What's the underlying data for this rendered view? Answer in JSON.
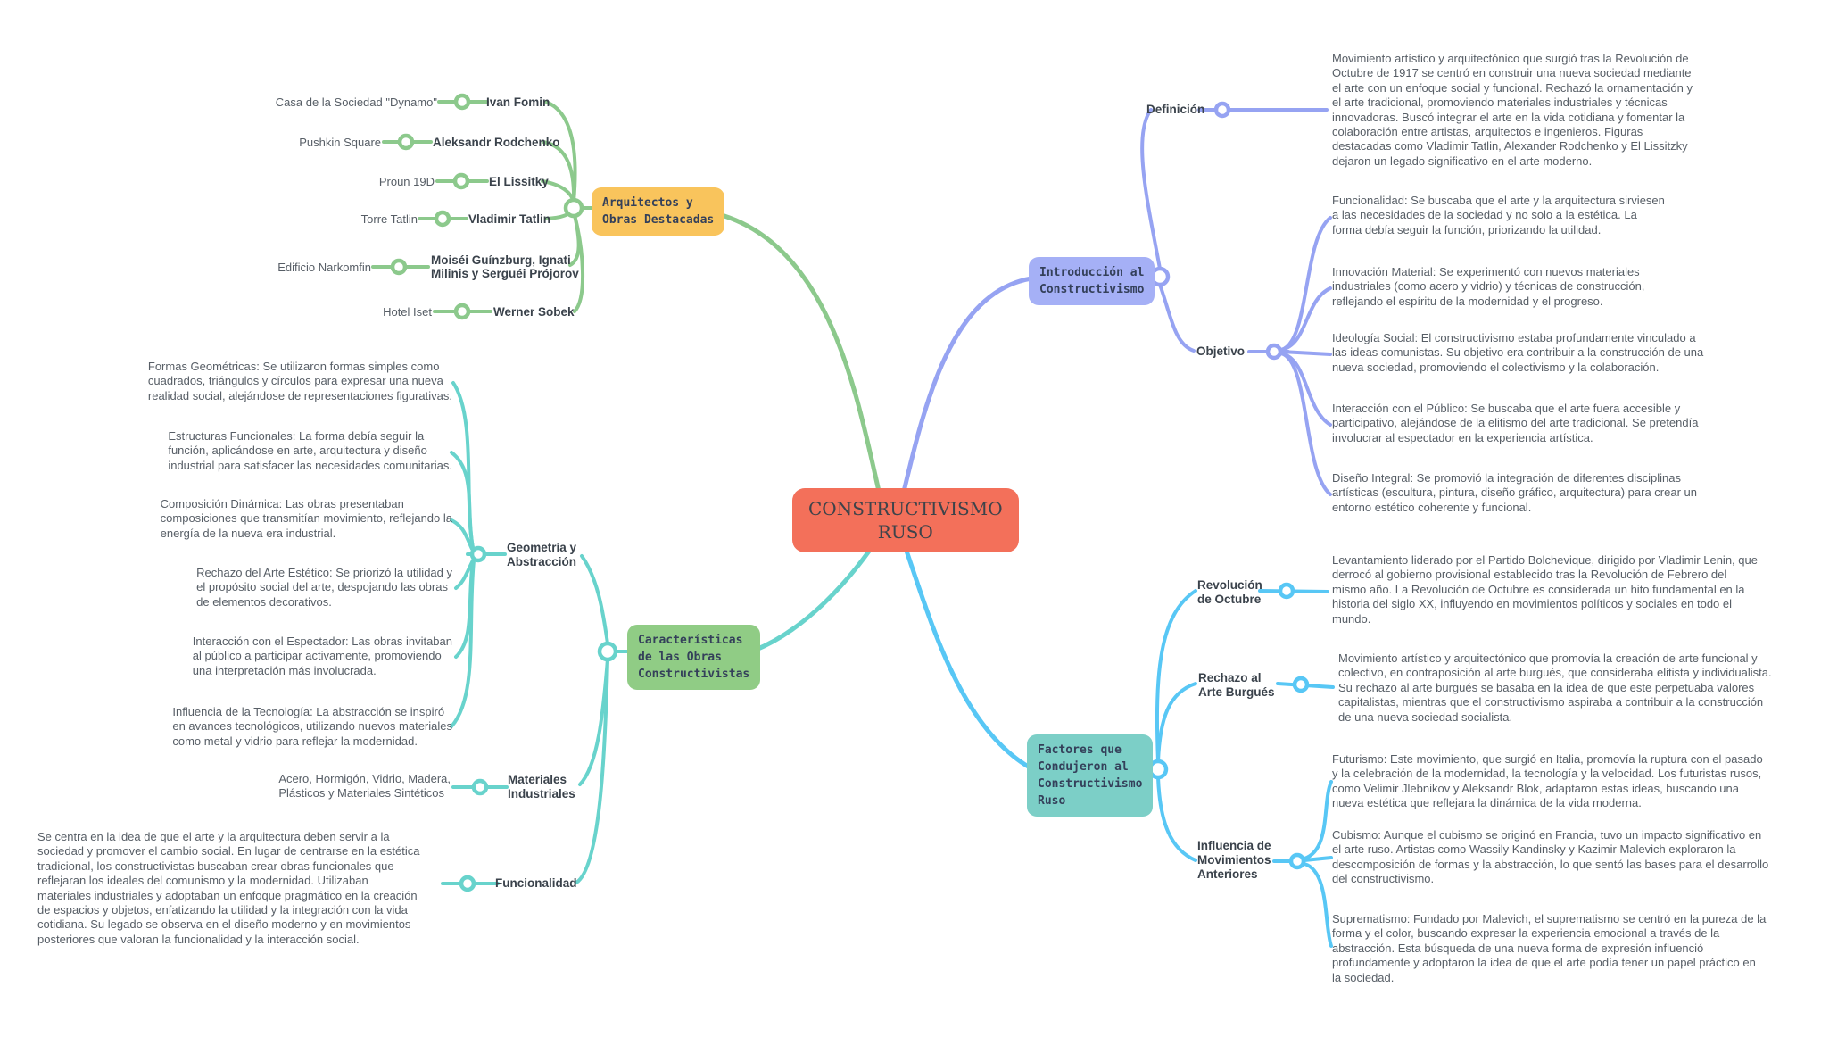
{
  "center": {
    "label": "CONSTRUCTIVISMO\nRUSO"
  },
  "colors": {
    "center_fill": "#f3705a",
    "intro_fill": "#a5b0f6",
    "intro_line": "#96a3f2",
    "factores_fill": "#7ccfc7",
    "factores_line": "#58c7f5",
    "arquitectos_fill": "#f9c45c",
    "arquitectos_line": "#8cc98c",
    "caracteristicas_fill": "#90cc85",
    "caracteristicas_line": "#68d3cc"
  },
  "intro": {
    "node_label": "Introducción al\nConstructivismo",
    "definicion_label": "Definición",
    "definicion_text": "Movimiento artístico y arquitectónico que surgió tras la Revolución de\nOctubre de 1917 se centró en construir una nueva sociedad mediante\nel arte con un enfoque social y funcional. Rechazó la ornamentación y\nel arte tradicional, promoviendo materiales industriales y técnicas\ninnovadoras. Buscó integrar el arte en la vida cotidiana y fomentar la\ncolaboración entre artistas, arquitectos e ingenieros. Figuras\ndestacadas como Vladimir Tatlin, Alexander Rodchenko y El Lissitzky\ndejaron un legado significativo en el arte moderno.",
    "objetivo_label": "Objetivo",
    "objetivo_items": [
      "Funcionalidad: Se buscaba que el arte y la arquitectura sirviesen\na las necesidades de la sociedad y no solo a la estética. La\nforma debía seguir la función, priorizando la utilidad.",
      "Innovación Material: Se experimentó con nuevos materiales\nindustriales (como acero y vidrio) y técnicas de construcción,\nreflejando el espíritu de la modernidad y el progreso.",
      "Ideología Social: El constructivismo estaba profundamente vinculado a\nlas ideas comunistas. Su objetivo era contribuir a la construcción de una\nnueva sociedad, promoviendo el colectivismo y la colaboración.",
      "Interacción con el Público: Se buscaba que el arte fuera accesible y\nparticipativo, alejándose de la elitismo del arte tradicional. Se pretendía\ninvolucrar al espectador en la experiencia artística.",
      "Diseño Integral: Se promovió la integración de diferentes disciplinas\nartísticas (escultura, pintura, diseño gráfico, arquitectura) para crear un\nentorno estético coherente y funcional."
    ]
  },
  "factores": {
    "node_label": "Factores que\nCondujeron al\nConstructivismo\nRuso",
    "revolucion_label": "Revolución\nde Octubre",
    "revolucion_text": "Levantamiento liderado por el Partido Bolchevique, dirigido por Vladimir Lenin, que\nderrocó al gobierno provisional establecido tras la Revolución de Febrero del\nmismo año. La Revolución de Octubre es considerada un hito fundamental en la\nhistoria del siglo XX, influyendo en movimientos políticos y sociales en todo el\nmundo.",
    "rechazo_label": "Rechazo al\nArte Burgués",
    "rechazo_text": "Movimiento artístico y arquitectónico que promovía la creación de arte funcional y\ncolectivo, en contraposición al arte burgués, que consideraba elitista y individualista.\nSu rechazo al arte burgués se basaba en la idea de que este perpetuaba valores\ncapitalistas, mientras que el constructivismo aspiraba a contribuir a la construcción\nde una nueva sociedad socialista.",
    "influencia_label": "Influencia de\nMovimientos\nAnteriores",
    "influencia_items": [
      "Futurismo: Este movimiento, que surgió en Italia, promovía la ruptura con el pasado\ny la celebración de la modernidad, la tecnología y la velocidad. Los futuristas rusos,\ncomo Velimir Jlebnikov y Aleksandr Blok, adaptaron estas ideas, buscando una\nnueva estética que reflejara la dinámica de la vida moderna.",
      "Cubismo: Aunque el cubismo se originó en Francia, tuvo un impacto significativo en\nel arte ruso. Artistas como Wassily Kandinsky y Kazimir Malevich exploraron la\ndescomposición de formas y la abstracción, lo que sentó las bases para el desarrollo\ndel constructivismo.",
      "Suprematismo: Fundado por Malevich, el suprematismo se centró en la pureza de la\nforma y el color, buscando expresar la experiencia emocional a través de la\nabstracción. Esta búsqueda de una nueva forma de expresión influenció\nprofundamente y adoptaron la idea de que el arte podía tener un papel práctico en\nla sociedad."
    ]
  },
  "arquitectos": {
    "node_label": "Arquitectos y\nObras Destacadas",
    "items": [
      {
        "obra": "Casa de la Sociedad \"Dynamo\"",
        "autor": "Ivan Fomin"
      },
      {
        "obra": "Pushkin Square",
        "autor": "Aleksandr Rodchenko"
      },
      {
        "obra": "Proun 19D",
        "autor": "El Lissitky"
      },
      {
        "obra": "Torre Tatlin",
        "autor": "Vladimir Tatlin"
      },
      {
        "obra": "Edificio Narkomfin",
        "autor": "Moiséi Guínzburg, Ignati\nMilinis y Serguéi Prójorov"
      },
      {
        "obra": "Hotel Iset",
        "autor": "Werner Sobek"
      }
    ]
  },
  "caracteristicas": {
    "node_label": "Características\nde las Obras\nConstructivistas",
    "geometria_label": "Geometría y\nAbstracción",
    "geometria_items": [
      "Formas Geométricas: Se utilizaron formas simples como\ncuadrados, triángulos y círculos para expresar una nueva\nrealidad social, alejándose de representaciones figurativas.",
      "Estructuras Funcionales: La forma debía seguir la\nfunción, aplicándose en arte, arquitectura y diseño\nindustrial para satisfacer las necesidades comunitarias.",
      "Composición Dinámica: Las obras presentaban\ncomposiciones que transmitían movimiento, reflejando la\nenergía de la nueva era industrial.",
      "Rechazo del Arte Estético: Se priorizó la utilidad y\nel propósito social del arte, despojando las obras\nde elementos decorativos.",
      "Interacción con el Espectador: Las obras invitaban\nal público a participar activamente, promoviendo\nuna interpretación más involucrada.",
      "Influencia de la Tecnología: La abstracción se inspiró\nen avances tecnológicos, utilizando nuevos materiales\ncomo metal y vidrio para reflejar la modernidad."
    ],
    "materiales_label": "Materiales\nIndustriales",
    "materiales_text": "Acero, Hormigón, Vidrio, Madera,\nPlásticos y Materiales Sintéticos",
    "funcionalidad_label": "Funcionalidad",
    "funcionalidad_text": "Se centra en la idea de que el arte y la arquitectura deben servir a la\nsociedad y promover el cambio social. En lugar de centrarse en la estética\ntradicional, los constructivistas buscaban crear obras funcionales que\nreflejaran los ideales del comunismo y la modernidad. Utilizaban\nmateriales industriales y adoptaban un enfoque pragmático en la creación\nde espacios y objetos, enfatizando la utilidad y la integración con la vida\ncotidiana. Su legado se observa en el diseño moderno y en movimientos\nposteriores que valoran la funcionalidad y la interacción social."
  }
}
